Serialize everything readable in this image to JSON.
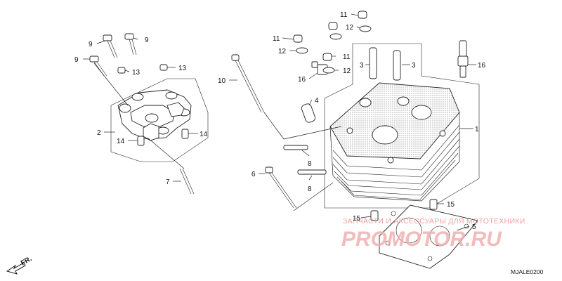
{
  "diagram": {
    "labels": {
      "n1": "1",
      "n2": "2",
      "n3a": "3",
      "n3b": "3",
      "n4": "4",
      "n5": "5",
      "n6": "6",
      "n7": "7",
      "n8a": "8",
      "n8b": "8",
      "n9a": "9",
      "n9b": "9",
      "n9c": "9",
      "n10": "10",
      "n11a": "11",
      "n11b": "11",
      "n11c": "11",
      "n12a": "12",
      "n12b": "12",
      "n12c": "12",
      "n13a": "13",
      "n13b": "13",
      "n14a": "14",
      "n14b": "14",
      "n15a": "15",
      "n15b": "15",
      "n16a": "16",
      "n16b": "16"
    },
    "direction": "FR.",
    "ref_code": "MJALE0200"
  },
  "watermark": {
    "line1": "ЗАПЧАСТИ И АКСЕССУАРЫ ДЛЯ МОТОТЕХНИКИ",
    "line2": "PROMOTOR.RU"
  },
  "colors": {
    "ink": "#222222",
    "watermark": "#f0a0a0"
  }
}
